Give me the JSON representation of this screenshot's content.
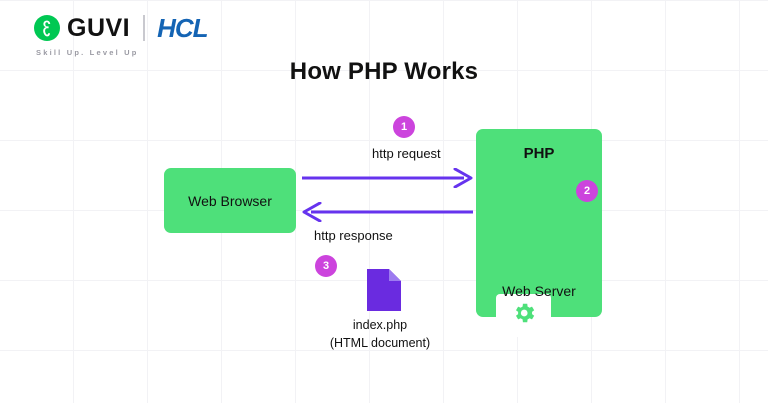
{
  "brand": {
    "logo_icon": "guvi-circle-g-icon",
    "name": "GUVI",
    "partner": "HCL",
    "tagline": "Skill Up. Level Up",
    "colors": {
      "guvi_green": "#00c853",
      "hcl_blue": "#1464b4"
    }
  },
  "title": "How PHP Works",
  "diagram": {
    "client": {
      "label": "Web Browser"
    },
    "server": {
      "top_label": "PHP",
      "bottom_label": "Web Server",
      "engine_icon": "gear-icon"
    },
    "flows": [
      {
        "step": "1",
        "label": "http request",
        "direction": "right"
      },
      {
        "step": "2",
        "label": "",
        "direction": "none"
      },
      {
        "step": "3",
        "label": "",
        "direction": "none"
      }
    ],
    "request": {
      "step": "1",
      "label": "http request"
    },
    "response": {
      "step": "3",
      "label": "http response"
    },
    "engine_badge": {
      "step": "2"
    },
    "output_file": {
      "step": "3",
      "icon": "document-icon",
      "name": "index.php",
      "description": "(HTML document)"
    },
    "colors": {
      "box_green": "#4ee07a",
      "arrow_purple": "#6633ee",
      "badge_magenta": "#cc44dd",
      "file_purple": "#6a2be0"
    }
  }
}
